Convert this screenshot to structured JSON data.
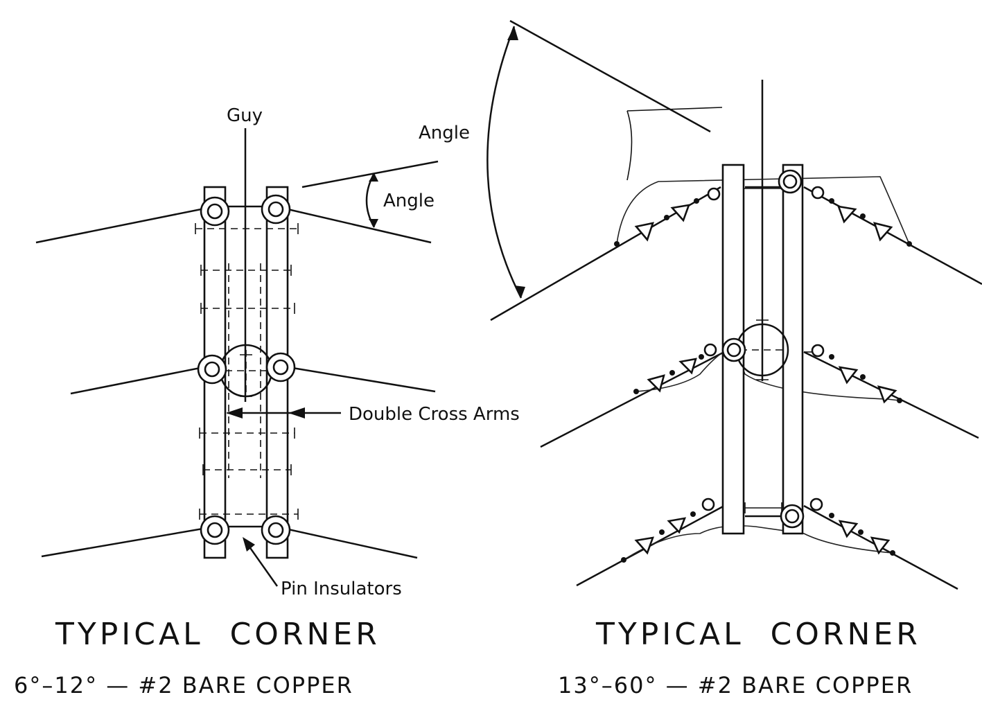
{
  "left_panel": {
    "guy_label": "Guy",
    "angle_label": "Angle",
    "double_cross_arms_label": "Double Cross Arms",
    "pin_insulators_label": "Pin Insulators",
    "title": "TYPICAL  CORNER",
    "subtitle": "6°–12° — #2 BARE COPPER"
  },
  "right_panel": {
    "angle_label": "Angle",
    "title": "TYPICAL  CORNER",
    "subtitle": "13°–60° — #2 BARE COPPER"
  }
}
